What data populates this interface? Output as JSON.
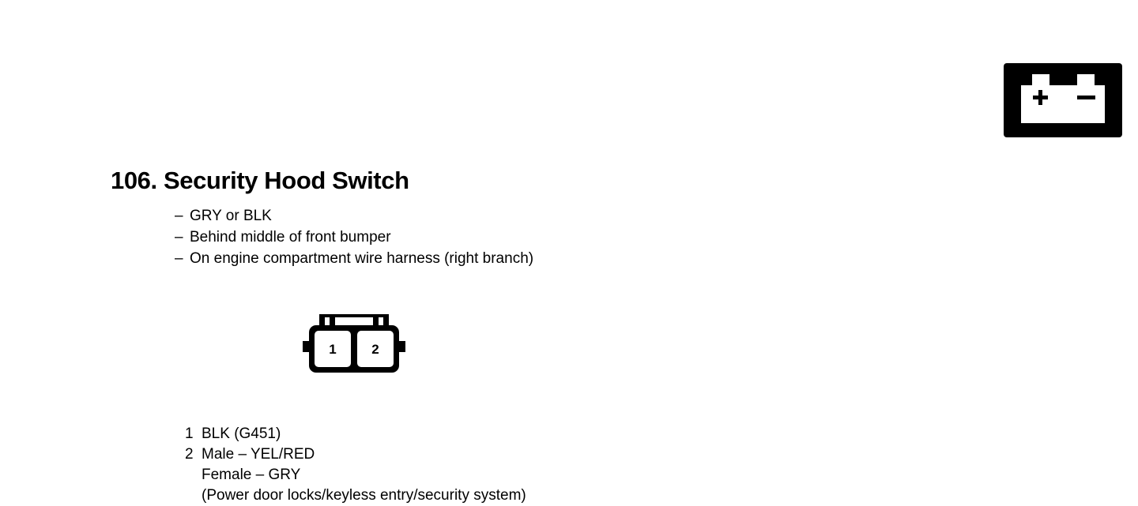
{
  "page": {
    "background_color": "#ffffff",
    "ink_color": "#000000"
  },
  "battery_icon": {
    "name": "battery-icon",
    "plus_symbol": "+",
    "minus_symbol": "−",
    "body_color": "#000000",
    "inner_color": "#ffffff"
  },
  "header": {
    "number": "106.",
    "title": "106. Security Hood Switch"
  },
  "specs": {
    "dash": "–",
    "items": [
      {
        "text": "GRY or BLK"
      },
      {
        "text": "Behind middle of front bumper"
      },
      {
        "text": "On engine compartment wire harness (right branch)"
      }
    ]
  },
  "connector": {
    "name": "two-pin-connector-diagram",
    "pin_count": 2,
    "pins": [
      {
        "number": "1"
      },
      {
        "number": "2"
      }
    ]
  },
  "pin_legend": {
    "rows": [
      {
        "number": "1",
        "label": "BLK (G451)",
        "continuation": false
      },
      {
        "number": "2",
        "label": "Male – YEL/RED",
        "continuation": false
      },
      {
        "number": "",
        "label": "Female – GRY",
        "continuation": true
      },
      {
        "number": "",
        "label": "(Power door locks/keyless entry/security system)",
        "continuation": true
      }
    ]
  }
}
